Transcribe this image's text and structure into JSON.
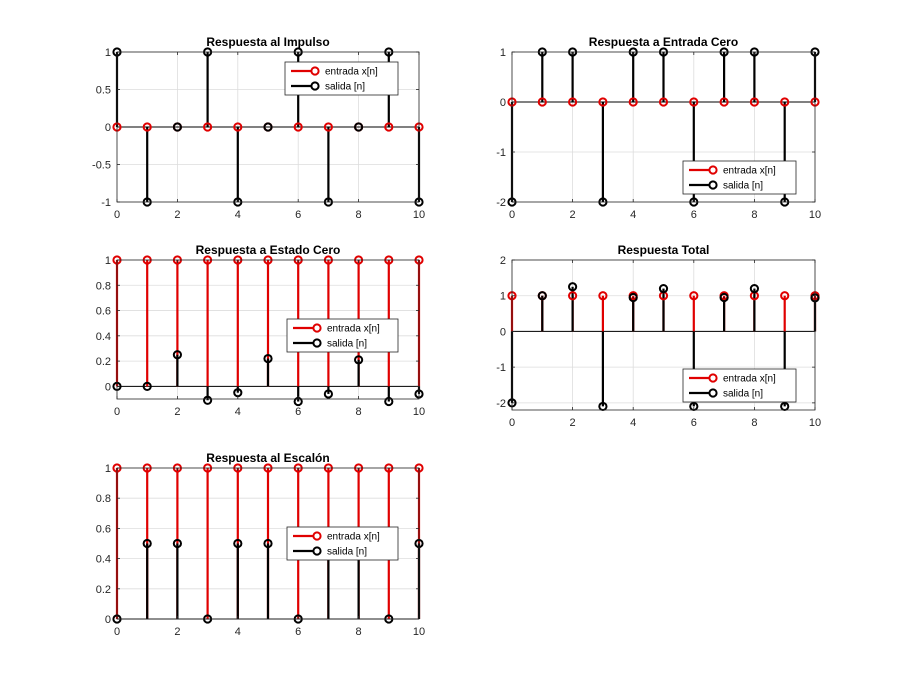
{
  "colors": {
    "input": "#e00000",
    "output": "#000000",
    "grid": "#dddddd",
    "axis": "#262626"
  },
  "chart_data": [
    {
      "type": "stem",
      "title": "Respuesta al Impulso",
      "x": [
        0,
        1,
        2,
        3,
        4,
        5,
        6,
        7,
        8,
        9,
        10
      ],
      "series": [
        {
          "name": "entrada x[n]",
          "values": [
            0,
            0,
            0,
            0,
            0,
            0,
            0,
            0,
            0,
            0,
            0
          ]
        },
        {
          "name": "salida [n]",
          "values": [
            1,
            -1,
            0,
            1,
            -1,
            0,
            1,
            -1,
            0,
            1,
            -1
          ]
        }
      ],
      "xlim": [
        0,
        10
      ],
      "ylim": [
        -1,
        1
      ],
      "xticks": [
        "0",
        "2",
        "4",
        "6",
        "8",
        "10"
      ],
      "yticks": [
        "-1",
        "-0.5",
        "0",
        "0.5",
        "1"
      ],
      "legend": "top-right",
      "grid": true
    },
    {
      "type": "stem",
      "title": "Respuesta a Entrada Cero",
      "x": [
        0,
        1,
        2,
        3,
        4,
        5,
        6,
        7,
        8,
        9,
        10
      ],
      "series": [
        {
          "name": "entrada x[n]",
          "values": [
            0,
            0,
            0,
            0,
            0,
            0,
            0,
            0,
            0,
            0,
            0
          ]
        },
        {
          "name": "salida [n]",
          "values": [
            -2,
            1,
            1,
            -2,
            1,
            1,
            -2,
            1,
            1,
            -2,
            1
          ]
        }
      ],
      "xlim": [
        0,
        10
      ],
      "ylim": [
        -2,
        1
      ],
      "xticks": [
        "0",
        "2",
        "4",
        "6",
        "8",
        "10"
      ],
      "yticks": [
        "-2",
        "-1",
        "0",
        "1"
      ],
      "legend": "bottom-right",
      "grid": true
    },
    {
      "type": "stem",
      "title": "Respuesta a Estado Cero",
      "x": [
        0,
        1,
        2,
        3,
        4,
        5,
        6,
        7,
        8,
        9,
        10
      ],
      "series": [
        {
          "name": "entrada x[n]",
          "values": [
            1,
            1,
            1,
            1,
            1,
            1,
            1,
            1,
            1,
            1,
            1
          ]
        },
        {
          "name": "salida [n]",
          "values": [
            0,
            0,
            0.25,
            -0.11,
            -0.05,
            0.22,
            -0.12,
            -0.06,
            0.21,
            -0.12,
            -0.06
          ]
        }
      ],
      "xlim": [
        0,
        10
      ],
      "ylim": [
        -0.1,
        1
      ],
      "xticks": [
        "0",
        "2",
        "4",
        "6",
        "8",
        "10"
      ],
      "yticks": [
        "0",
        "0.2",
        "0.4",
        "0.6",
        "0.8",
        "1"
      ],
      "legend": "right",
      "grid": true
    },
    {
      "type": "stem",
      "title": "Respuesta Total",
      "x": [
        0,
        1,
        2,
        3,
        4,
        5,
        6,
        7,
        8,
        9,
        10
      ],
      "series": [
        {
          "name": "entrada x[n]",
          "values": [
            1,
            1,
            1,
            1,
            1,
            1,
            1,
            1,
            1,
            1,
            1
          ]
        },
        {
          "name": "salida [n]",
          "values": [
            -2,
            1,
            1.25,
            -2.1,
            0.95,
            1.2,
            -2.1,
            0.95,
            1.2,
            -2.1,
            0.94
          ]
        }
      ],
      "xlim": [
        0,
        10
      ],
      "ylim": [
        -2.2,
        2
      ],
      "xticks": [
        "0",
        "2",
        "4",
        "6",
        "8",
        "10"
      ],
      "yticks": [
        "-2",
        "-1",
        "0",
        "1",
        "2"
      ],
      "legend": "bottom-right",
      "grid": true
    },
    {
      "type": "stem",
      "title": "Respuesta al Escalón",
      "x": [
        0,
        1,
        2,
        3,
        4,
        5,
        6,
        7,
        8,
        9,
        10
      ],
      "series": [
        {
          "name": "entrada x[n]",
          "values": [
            1,
            1,
            1,
            1,
            1,
            1,
            1,
            1,
            1,
            1,
            1
          ]
        },
        {
          "name": "salida [n]",
          "values": [
            0,
            0.5,
            0.5,
            0,
            0.5,
            0.5,
            0,
            0.5,
            0.5,
            0,
            0.5
          ]
        }
      ],
      "xlim": [
        0,
        10
      ],
      "ylim": [
        0,
        1
      ],
      "xticks": [
        "0",
        "2",
        "4",
        "6",
        "8",
        "10"
      ],
      "yticks": [
        "0",
        "0.2",
        "0.4",
        "0.6",
        "0.8",
        "1"
      ],
      "legend": "right",
      "grid": true
    }
  ]
}
